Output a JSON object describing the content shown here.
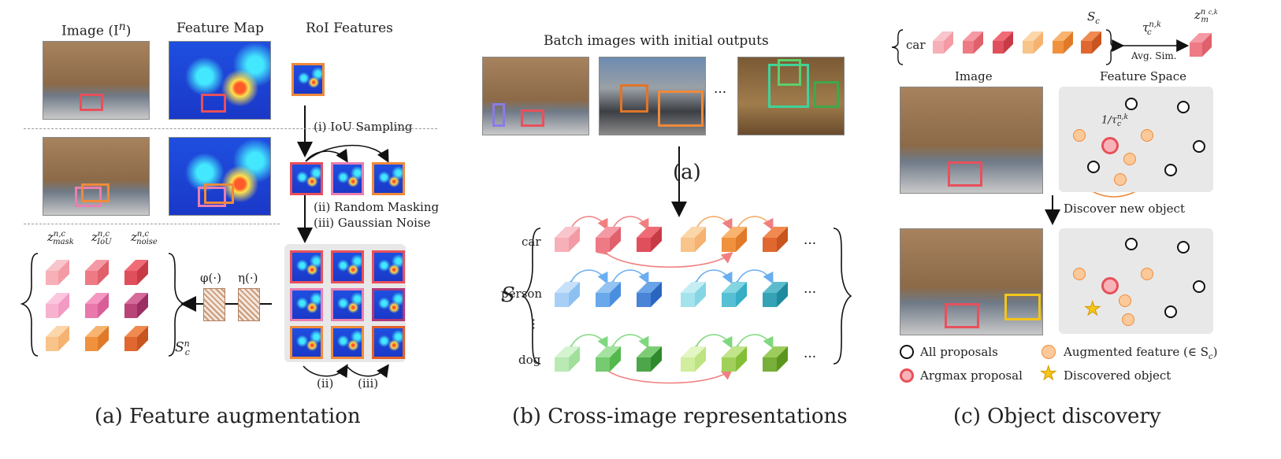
{
  "panel_a": {
    "col_image": "Image (I",
    "col_image_sup": "n",
    "col_image_close": ")",
    "col_feature_map": "Feature Map",
    "col_roi": "RoI Features",
    "step1": "(i) IoU Sampling",
    "step2": "(ii)  Random Masking",
    "step3": "(iii) Gaussian Noise",
    "z_mask": "z",
    "z_mask_sub": "mask",
    "z_iou_sub": "IoU",
    "z_noise_sub": "noise",
    "z_sup": "n,c",
    "phi": "φ(·)",
    "eta": "η(·)",
    "set_label": "S",
    "set_sub": "c",
    "set_sup": "n",
    "lbl_ii": "(ii)",
    "lbl_iii": "(iii)",
    "caption": "(a) Feature augmentation"
  },
  "panel_b": {
    "title": "Batch images with initial outputs",
    "ellipsis": "···",
    "arrow_label": "(a)",
    "set_label": "S",
    "classes": [
      "car",
      "person",
      "⋮",
      "dog"
    ],
    "row_ellipsis": "···",
    "caption": "(b) Cross-image representations"
  },
  "panel_c": {
    "car_label": "car",
    "set_label": "S",
    "set_sub": "c",
    "tau_label": "τ",
    "tau_sup": "n,k",
    "tau_sub": "c",
    "avg_sim": "Avg. Sim.",
    "z_label": "z",
    "z_sup": "n",
    "z_sub": "m",
    "z_subsup": "c,k",
    "col_image": "Image",
    "col_feature": "Feature Space",
    "radius_label": "1/τ",
    "radius_sup": "n,k",
    "radius_sub": "c",
    "discover": "Discover new object",
    "legend": {
      "all_proposals": "All proposals",
      "augmented": "Augmented feature (∈ S",
      "augmented_sub": "c",
      "augmented_close": ")",
      "argmax": "Argmax proposal",
      "discovered": "Discovered object"
    },
    "caption": "(c) Object discovery"
  },
  "colors": {
    "red": "#e8505b",
    "pink": "#f3a0b8",
    "orange": "#f08a3a",
    "blue": "#5b9ee8",
    "cyan": "#49c6d6",
    "green": "#6fcf6f",
    "yellow": "#f5c518",
    "purple_box": "#8b7be6"
  }
}
